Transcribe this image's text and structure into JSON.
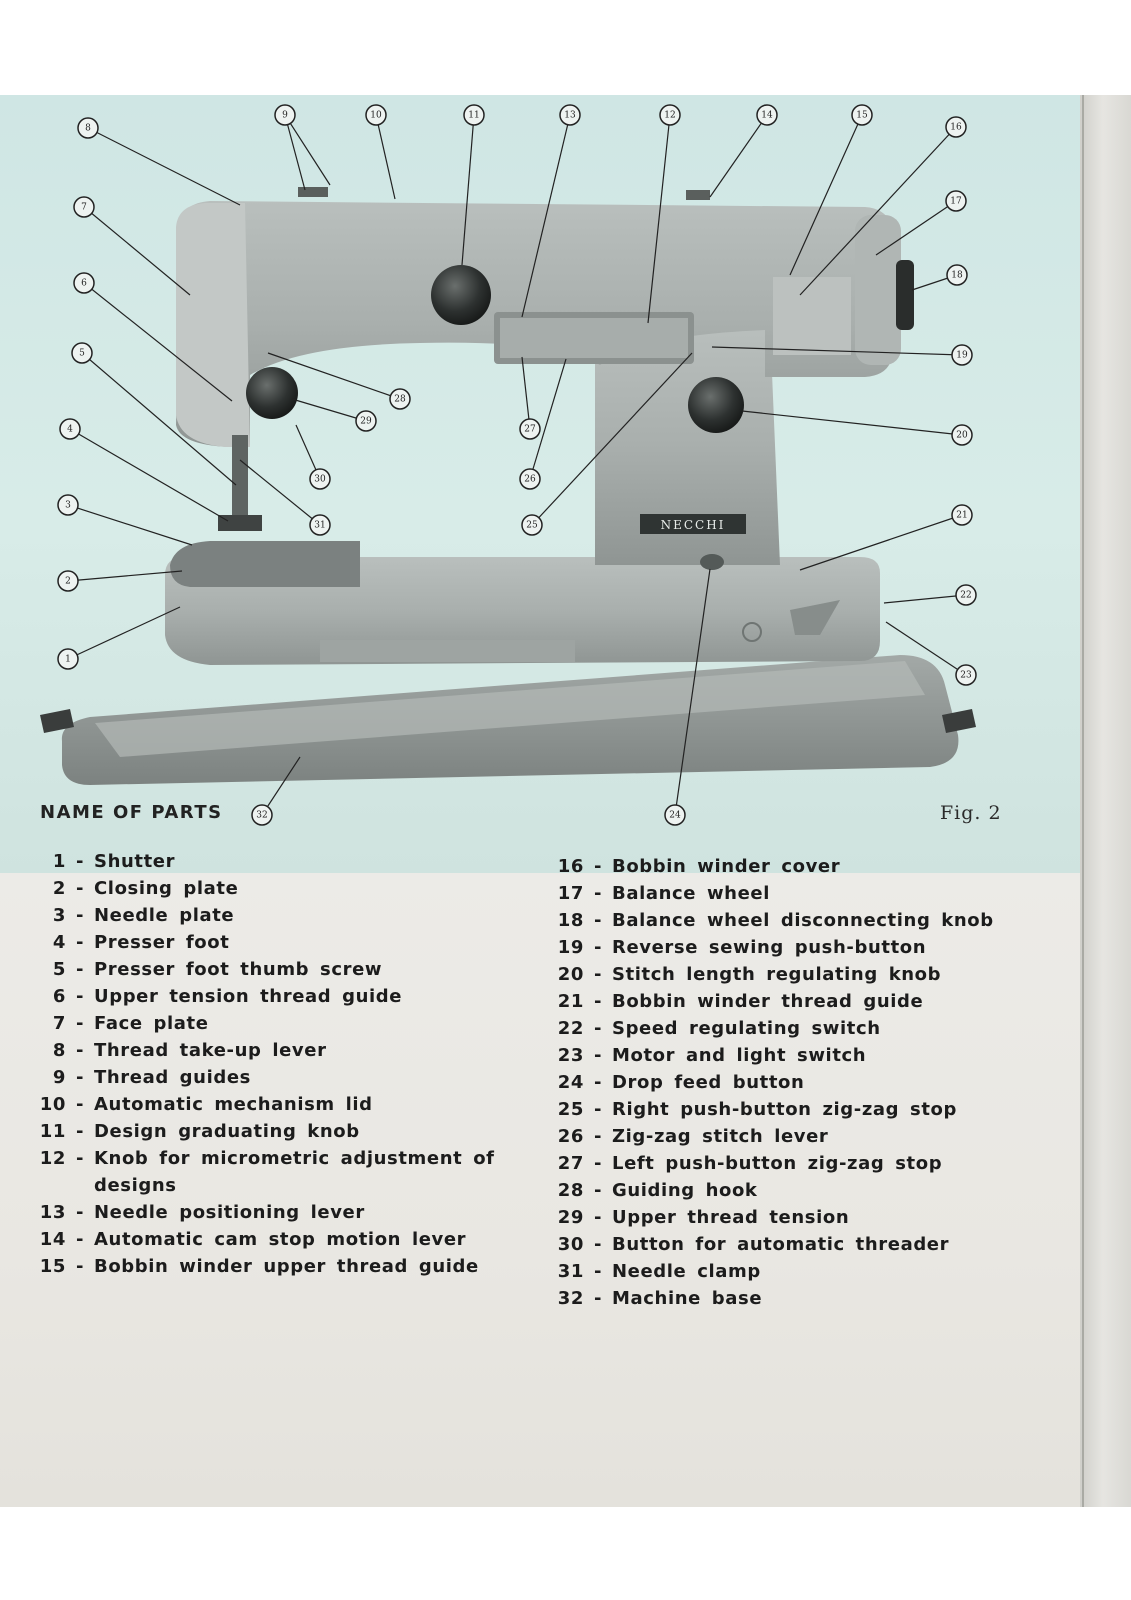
{
  "figure": {
    "brand_badge": "NECCHI",
    "fig_label": "Fig. 2",
    "callout_numbers": [
      "1",
      "2",
      "3",
      "4",
      "5",
      "6",
      "7",
      "8",
      "9",
      "10",
      "11",
      "12",
      "13",
      "14",
      "15",
      "16",
      "17",
      "18",
      "19",
      "20",
      "21",
      "22",
      "23",
      "24",
      "25",
      "26",
      "27",
      "28",
      "29",
      "30",
      "31",
      "32"
    ]
  },
  "parts_list": {
    "heading": "NAME OF PARTS",
    "left_column": [
      {
        "num": "1",
        "name": "Shutter"
      },
      {
        "num": "2",
        "name": "Closing plate"
      },
      {
        "num": "3",
        "name": "Needle plate"
      },
      {
        "num": "4",
        "name": "Presser foot"
      },
      {
        "num": "5",
        "name": "Presser foot thumb screw"
      },
      {
        "num": "6",
        "name": "Upper tension thread guide"
      },
      {
        "num": "7",
        "name": "Face plate"
      },
      {
        "num": "8",
        "name": "Thread take-up lever"
      },
      {
        "num": "9",
        "name": "Thread guides"
      },
      {
        "num": "10",
        "name": "Automatic mechanism lid"
      },
      {
        "num": "11",
        "name": "Design graduating knob"
      },
      {
        "num": "12",
        "name": "Knob for micrometric adjustment of designs"
      },
      {
        "num": "13",
        "name": "Needle positioning lever"
      },
      {
        "num": "14",
        "name": "Automatic cam stop motion lever"
      },
      {
        "num": "15",
        "name": "Bobbin winder upper thread guide"
      }
    ],
    "right_column": [
      {
        "num": "16",
        "name": "Bobbin winder cover"
      },
      {
        "num": "17",
        "name": "Balance wheel"
      },
      {
        "num": "18",
        "name": "Balance wheel disconnecting knob"
      },
      {
        "num": "19",
        "name": "Reverse sewing push-button"
      },
      {
        "num": "20",
        "name": "Stitch length regulating knob"
      },
      {
        "num": "21",
        "name": "Bobbin winder thread guide"
      },
      {
        "num": "22",
        "name": "Speed regulating switch"
      },
      {
        "num": "23",
        "name": "Motor and light switch"
      },
      {
        "num": "24",
        "name": "Drop feed button"
      },
      {
        "num": "25",
        "name": "Right push-button zig-zag stop"
      },
      {
        "num": "26",
        "name": "Zig-zag stitch lever"
      },
      {
        "num": "27",
        "name": "Left push-button zig-zag stop"
      },
      {
        "num": "28",
        "name": "Guiding hook"
      },
      {
        "num": "29",
        "name": "Upper thread tension"
      },
      {
        "num": "30",
        "name": "Button for automatic threader"
      },
      {
        "num": "31",
        "name": "Needle clamp"
      },
      {
        "num": "32",
        "name": "Machine base"
      }
    ]
  }
}
